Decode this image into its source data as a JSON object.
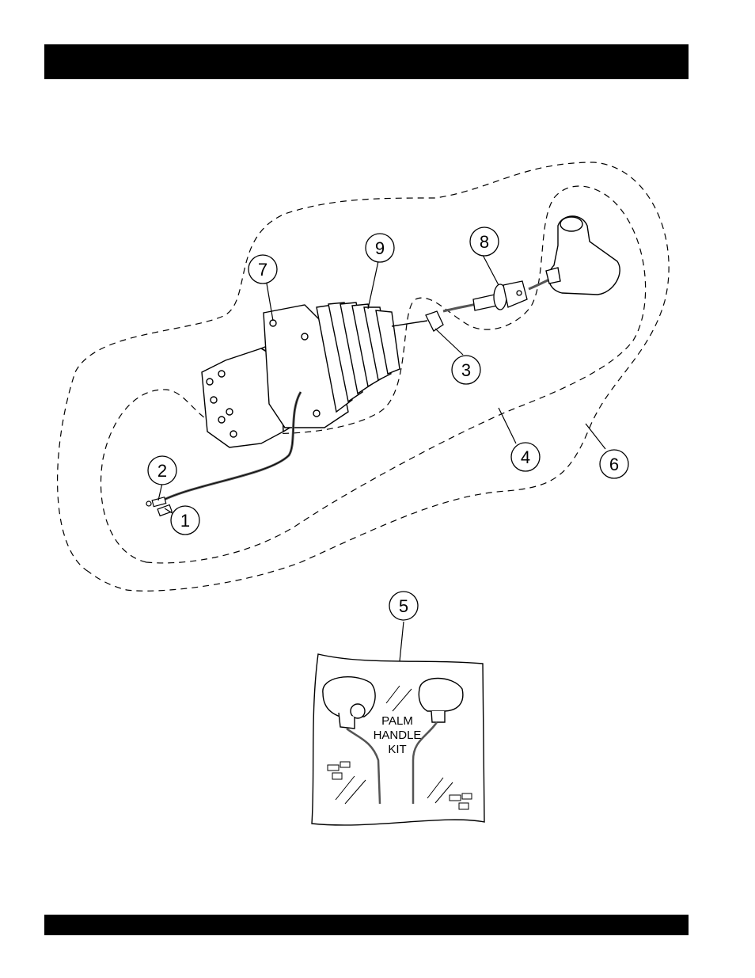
{
  "callouts": [
    {
      "id": "1",
      "label": "1"
    },
    {
      "id": "2",
      "label": "2"
    },
    {
      "id": "3",
      "label": "3"
    },
    {
      "id": "4",
      "label": "4"
    },
    {
      "id": "5",
      "label": "5"
    },
    {
      "id": "6",
      "label": "6"
    },
    {
      "id": "7",
      "label": "7"
    },
    {
      "id": "8",
      "label": "8"
    },
    {
      "id": "9",
      "label": "9"
    }
  ],
  "kit_label": {
    "line1": "PALM",
    "line2": "HANDLE",
    "line3": "KIT"
  }
}
